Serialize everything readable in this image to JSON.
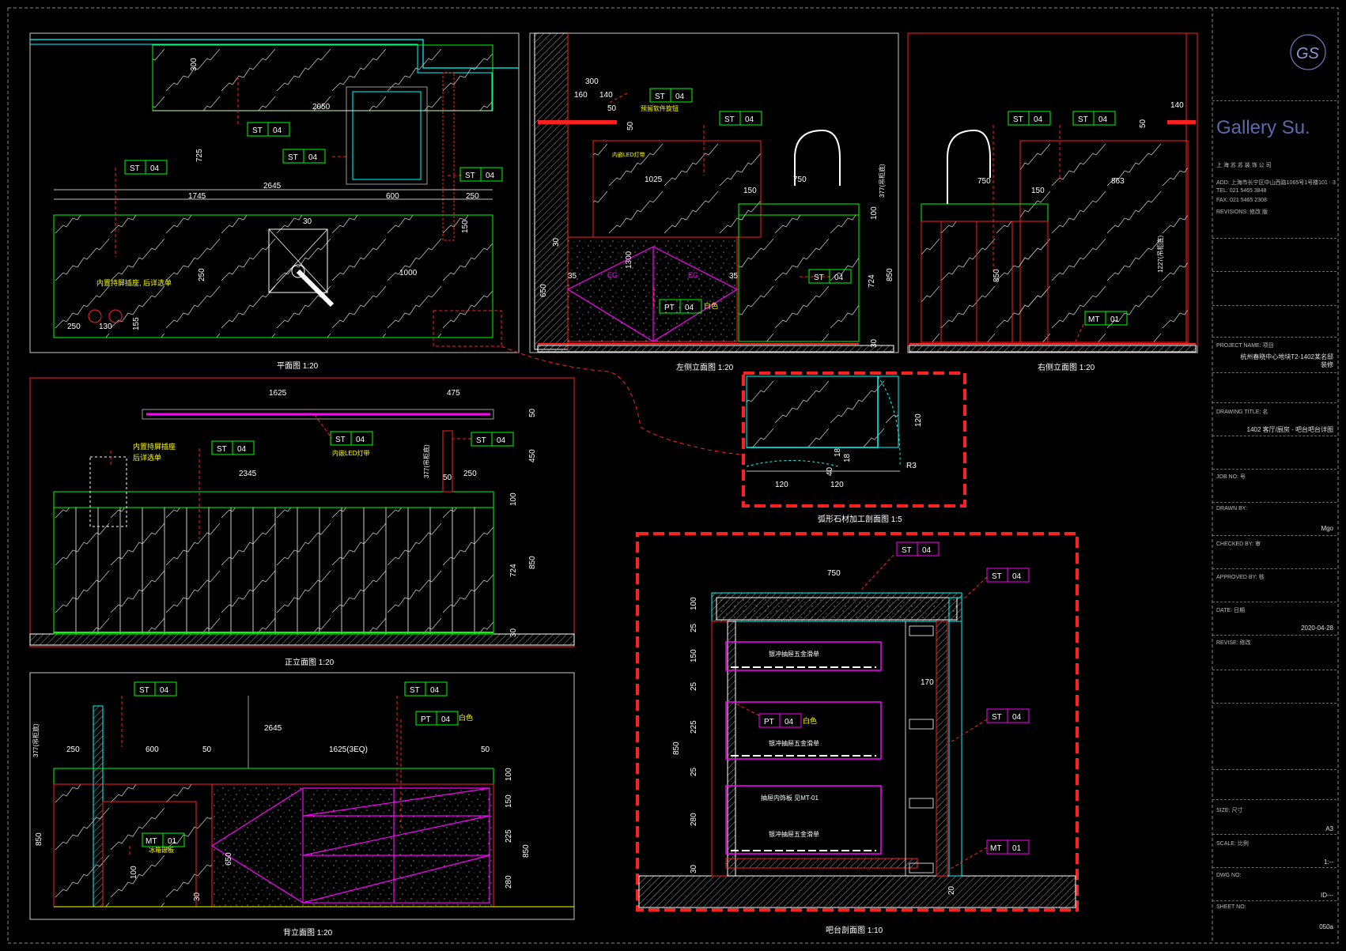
{
  "colors": {
    "background": "#000000",
    "frame": "#8a8a8a",
    "marble_outline": "#00ff00",
    "cyan_line": "#00ffff",
    "red_line": "#ff2020",
    "magenta_line": "#ff00ff",
    "yellow_text": "#ffff00",
    "tag_green": "#00ff00",
    "tag_magenta": "#ff00ff"
  },
  "title_block": {
    "company": "Gallery Su.",
    "logo_text": "GS",
    "addr_line1": "上 海   苏 苏      装 饰 公 司",
    "add": "ADD: 上海市长宁区中山西路1065号1号楼101 · 3",
    "tel": "TEL:   021 5465 3848",
    "fax": "FAX:   021 5465 2308",
    "revisions": "REVISIONS: 修改 版",
    "project_name_label": "PROJECT NAME: 项目",
    "project_name_value1": "杭州春晓中心地块T2-1402某名邸",
    "project_name_value2": "装修",
    "drawing_title_label": "DRAWING TITLE: 名",
    "drawing_title_value": "1402 客厅/厨房 - 吧台吧台详图",
    "job_no": "JOB NO: 号",
    "drawn_by": "DRAWN BY:",
    "drawn_by_value": "Mgo",
    "checked_by": "CHECKED BY: 审",
    "approved_by": "APPROVED BY: 核",
    "date_label": "DATE: 日期",
    "date_value": "2020-04-28",
    "revise": "REVISE: 修改",
    "size_label": "SIZE: 尺寸",
    "size_value": "A3",
    "scale_label": "SCALE: 比例",
    "scale_value": "1:--",
    "dwg_no_label": "DWG NO:",
    "dwg_no_value": "ID---",
    "sheet_no_label": "SHEET NO:",
    "sheet_no_value": "050a"
  },
  "tags": {
    "st": "ST",
    "n04": "04",
    "pt": "PT",
    "mt": "MT",
    "n01": "01"
  },
  "views": {
    "plan": {
      "caption": "平面图 1:20",
      "dims": [
        "300",
        "2050",
        "725",
        "2645",
        "1745",
        "600",
        "250",
        "30",
        "150",
        "1000",
        "250",
        "250",
        "130",
        "155"
      ],
      "note": "内置持屏插座, 后详选单"
    },
    "left_elev": {
      "caption": "左侧立面图 1:20",
      "dims": [
        "300",
        "160",
        "140",
        "50",
        "50",
        "1025",
        "750",
        "150",
        "100",
        "30",
        "1300",
        "650",
        "35",
        "35",
        "724",
        "850",
        "30"
      ],
      "note1": "预留软件旋钮",
      "note2": "内嵌LED灯带",
      "eg": "EG",
      "white": "白色",
      "vert_note": "377(吊柜底)"
    },
    "right_elev": {
      "caption": "右侧立面图 1:20",
      "dims": [
        "140",
        "50",
        "750",
        "150",
        "863",
        "850",
        "1227(吊柜底)"
      ]
    },
    "front_elev": {
      "caption": "正立面图 1:20",
      "dims": [
        "1625",
        "475",
        "50",
        "450",
        "2345",
        "50",
        "250",
        "100",
        "724",
        "850",
        "30"
      ],
      "note1": "内置持屏插座",
      "note2": "后详选单",
      "note3": "内嵌LED灯带",
      "vert_note": "377(吊柜底)"
    },
    "back_elev": {
      "caption": "背立面图 1:20",
      "dims": [
        "2645",
        "250",
        "600",
        "50",
        "1625(3EQ)",
        "50",
        "100",
        "150",
        "225",
        "280",
        "850",
        "650",
        "850",
        "30",
        "100"
      ],
      "white": "白色",
      "note": "冰箱嵌板",
      "vert_note": "377(吊柜底)"
    },
    "detail": {
      "caption": "弧形石材加工剖面图 1:5",
      "dims": [
        "120",
        "120",
        "120",
        "R3",
        "18",
        "18",
        "40"
      ]
    },
    "section": {
      "caption": "吧台剖面图 1:10",
      "dims": [
        "750",
        "170",
        "100",
        "25",
        "150",
        "25",
        "225",
        "25",
        "280",
        "30",
        "850",
        "20"
      ],
      "shelf1": "银冲抽屉五金滑单",
      "shelf2": "银冲抽屉五金滑单",
      "shelf3": "抽屉内饰板 见MT-01",
      "shelf4": "银冲抽屉五金滑单",
      "white": "白色"
    }
  }
}
